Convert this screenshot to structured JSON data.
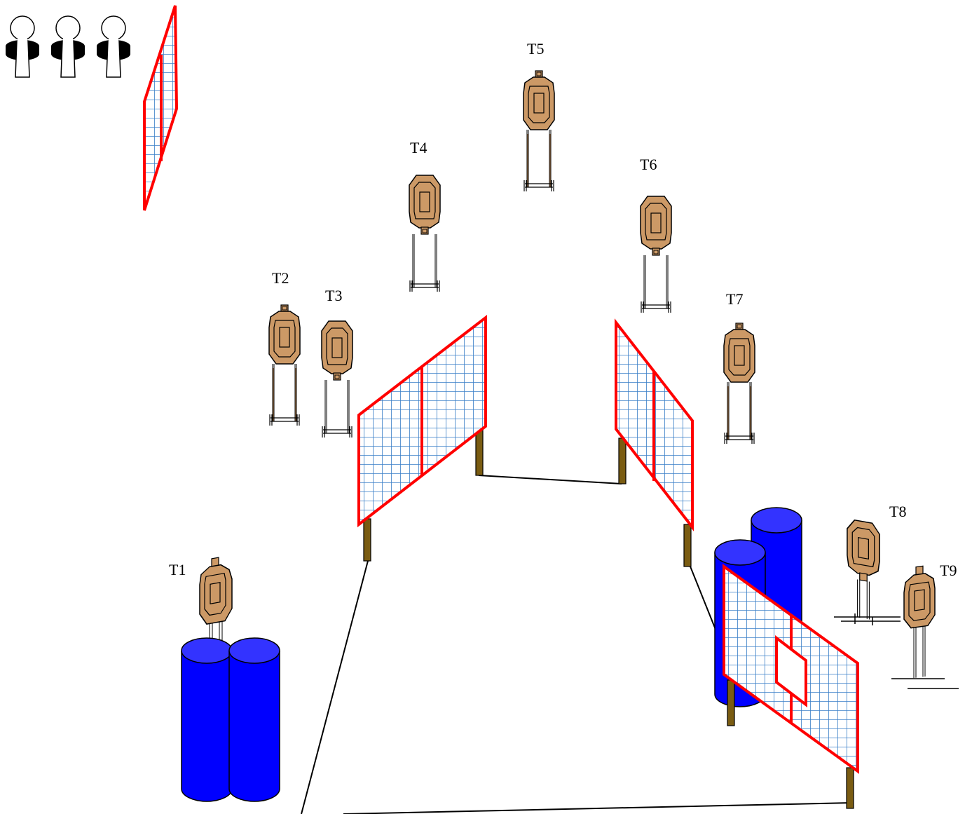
{
  "stage": {
    "target_labels": [
      "T1",
      "T2",
      "T3",
      "T4",
      "T5",
      "T6",
      "T7",
      "T8",
      "T9"
    ]
  },
  "colors": {
    "target_fill": "#cc9966",
    "target_stroke": "#000000",
    "wall_border": "#ff0000",
    "wall_grid": "#3a7fc8",
    "barrel_fill": "#0000ff",
    "barrel_top": "#3333ff",
    "post": "#7a5c12",
    "popper": "#000000"
  },
  "icons": {
    "paper_target": "uspsa-silhouette-icon",
    "popper": "popper-icon",
    "barrel": "barrel-icon",
    "wall": "mesh-wall-icon"
  }
}
